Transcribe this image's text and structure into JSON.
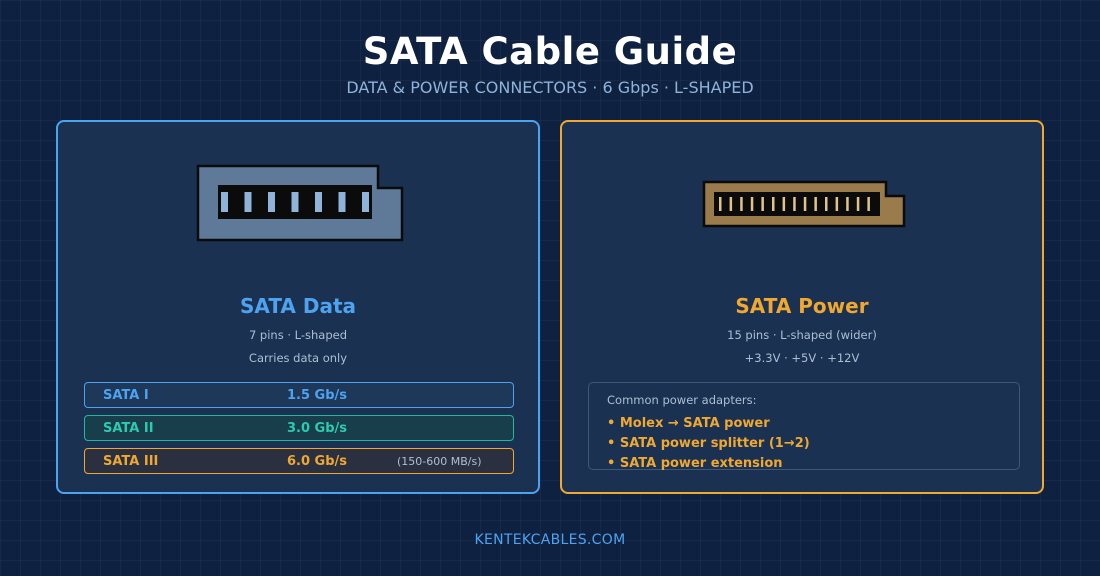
{
  "header": {
    "title": "SATA Cable Guide",
    "subtitle": "DATA & POWER CONNECTORS · 6 Gbps · L-SHAPED"
  },
  "data_card": {
    "title": "SATA Data",
    "line1": "7 pins · L-shaped",
    "line2": "Carries data only",
    "pin_count": 7,
    "tiers": [
      {
        "name": "SATA I",
        "speed": "1.5 Gb/s",
        "note": ""
      },
      {
        "name": "SATA II",
        "speed": "3.0 Gb/s",
        "note": ""
      },
      {
        "name": "SATA III",
        "speed": "6.0 Gb/s",
        "note": "(150-600 MB/s)"
      }
    ]
  },
  "power_card": {
    "title": "SATA Power",
    "line1": "15 pins · L-shaped (wider)",
    "line2": "+3.3V · +5V · +12V",
    "pin_count": 15,
    "adapters_heading": "Common power adapters:",
    "adapters": [
      "• Molex → SATA power",
      "• SATA power splitter (1→2)",
      "• SATA power extension"
    ]
  },
  "footer": {
    "text": "KENTEKCABLES.COM"
  },
  "colors": {
    "background": "#0f2140",
    "data_accent": "#4ea3f0",
    "power_accent": "#f0a830",
    "sata2_accent": "#2ccbb0"
  }
}
